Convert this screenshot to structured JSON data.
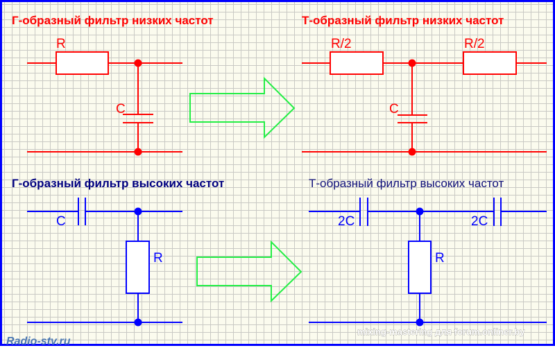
{
  "titles": {
    "lowpass_l": "Г-образный фильтр низких частот",
    "lowpass_t": "Т-образный фильтр низких частот",
    "highpass_l": "Г-образный фильтр высоких частот",
    "highpass_t": "Т-образный фильтр высоких частот"
  },
  "labels": {
    "r": "R",
    "c": "C",
    "r_half": "R/2",
    "c_double": "2C"
  },
  "watermarks": {
    "left": "Radio-stv.ru",
    "right": "mixing-mastering для forum.onliner.by"
  },
  "colors": {
    "lowpass": "#ff0000",
    "highpass": "#0000ff",
    "arrow": "#22ee44",
    "border": "#0000ff"
  }
}
